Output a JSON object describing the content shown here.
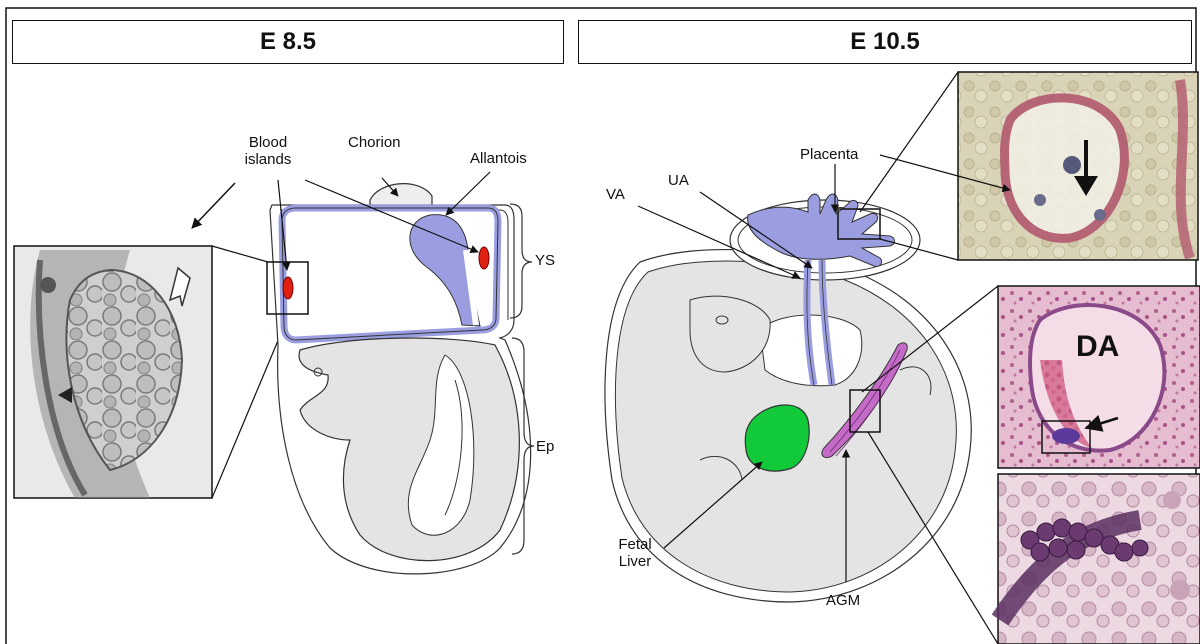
{
  "panels": {
    "left_title": "E 8.5",
    "right_title": "E 10.5"
  },
  "labels": {
    "blood_islands_line1": "Blood",
    "blood_islands_line2": "islands",
    "chorion": "Chorion",
    "allantois": "Allantois",
    "ys": "YS",
    "ep": "Ep",
    "placenta": "Placenta",
    "va": "VA",
    "ua": "UA",
    "da": "DA",
    "fetal_liver_line1": "Fetal",
    "fetal_liver_line2": "Liver",
    "agm": "AGM"
  },
  "colors": {
    "vessel_blue": "#9a9ee0",
    "blood_island_red": "#e02010",
    "fetal_liver_green": "#12c93a",
    "agm_purple": "#c46bc8",
    "embryo_gray": "#e4e4e4"
  }
}
